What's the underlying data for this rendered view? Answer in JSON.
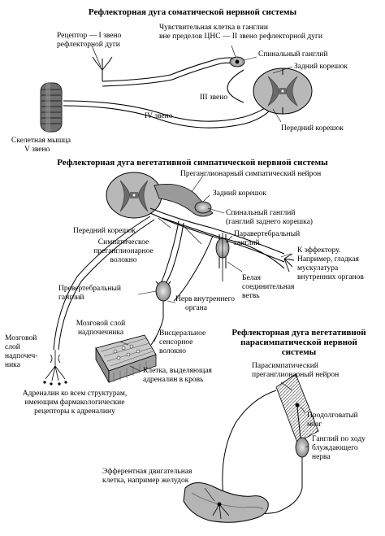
{
  "somatic": {
    "title": "Рефлекторная дуга соматической нервной системы",
    "receptor": [
      "Рецептор — I звено",
      "рефлекторной дуги"
    ],
    "sensory_cell": [
      "Чувствительная клетка в ганглии",
      "вне пределов ЦНС — II звено рефлекторной дуги"
    ],
    "spinal_ganglion": "Спинальный ганглий",
    "dorsal_root": "Задний корешок",
    "link3": "III звено",
    "link4": "IV звено",
    "muscle": [
      "Скелетная мышца",
      "V звено"
    ],
    "ventral_root": "Передний корешок"
  },
  "sympathetic": {
    "title": "Рефлекторная дуга вегетативной симпатической нервной системы",
    "preganglionic_neuron": "Преганглионарный симпатический нейрон",
    "dorsal_root": "Задний корешок",
    "spinal_ganglion": [
      "Спинальный ганглий",
      "(ганглий заднего корешка)"
    ],
    "ventral_root": "Передний корешок",
    "paravertebral": [
      "Паравертебральный",
      "ганглий"
    ],
    "pregang_fiber": [
      "Симпатическое",
      "преганглионарное",
      "волокно"
    ],
    "effector": [
      "К эффектору.",
      "Например, гладкая",
      "мускулатура",
      "внутренних органов"
    ],
    "white_ramus": [
      "Белая",
      "соединительная",
      "ветвь"
    ],
    "prevertebral": [
      "Превертебральный",
      "ганглий"
    ],
    "organ_nerve": [
      "Нерв внутреннего",
      "органа"
    ],
    "adrenal_medulla_a": [
      "Мозговой слой",
      "надпочечника"
    ],
    "adrenal_medulla_b": [
      "Мозговой",
      "слой",
      "надпочеч-",
      "ника"
    ],
    "visceral_fiber": [
      "Висцеральное",
      "сенсорное",
      "волокно"
    ],
    "adrenaline_cells": [
      "Клетка, выделяющая",
      "адреналин в кровь"
    ],
    "adrenaline_targets": [
      "Адреналин ко всем структурам,",
      "имеющим фармакологические",
      "рецепторы к адреналину"
    ]
  },
  "parasympathetic": {
    "title": [
      "Рефлекторная дуга вегетативной",
      "парасимпатической нервной",
      "системы"
    ],
    "preganglionic_neuron": [
      "Парасимпатический",
      "преганглионарный нейрон"
    ],
    "medulla": [
      "Продолговатый",
      "мозг"
    ],
    "vagus_ganglion": [
      "Ганглий по ходу",
      "блуждающего",
      "нерва"
    ],
    "efferent_cell": [
      "Эфферентная двигательная",
      "клетка, например желудок"
    ]
  }
}
